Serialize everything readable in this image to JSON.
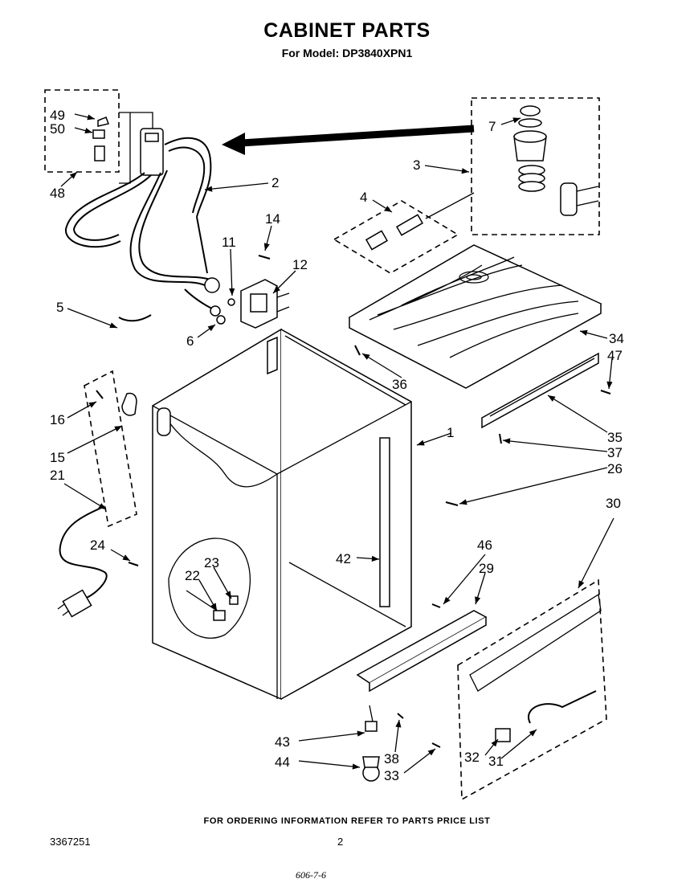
{
  "header": {
    "title": "CABINET PARTS",
    "subtitle": "For Model: DP3840XPN1"
  },
  "footer": {
    "ordering_note": "FOR ORDERING INFORMATION REFER TO PARTS PRICE LIST",
    "document_number": "3367251",
    "page_number": "2",
    "handwritten_note": "606-7-6"
  },
  "part_labels": {
    "p1": "1",
    "p2": "2",
    "p3": "3",
    "p4": "4",
    "p5": "5",
    "p6": "6",
    "p7": "7",
    "p11": "11",
    "p12": "12",
    "p14": "14",
    "p15": "15",
    "p16": "16",
    "p21": "21",
    "p22": "22",
    "p23": "23",
    "p24": "24",
    "p26": "26",
    "p29": "29",
    "p30": "30",
    "p31": "31",
    "p32": "32",
    "p33": "33",
    "p34": "34",
    "p35": "35",
    "p36": "36",
    "p37": "37",
    "p38": "38",
    "p42": "42",
    "p43": "43",
    "p44": "44",
    "p46": "46",
    "p47": "47",
    "p48": "48",
    "p49": "49",
    "p50": "50"
  }
}
